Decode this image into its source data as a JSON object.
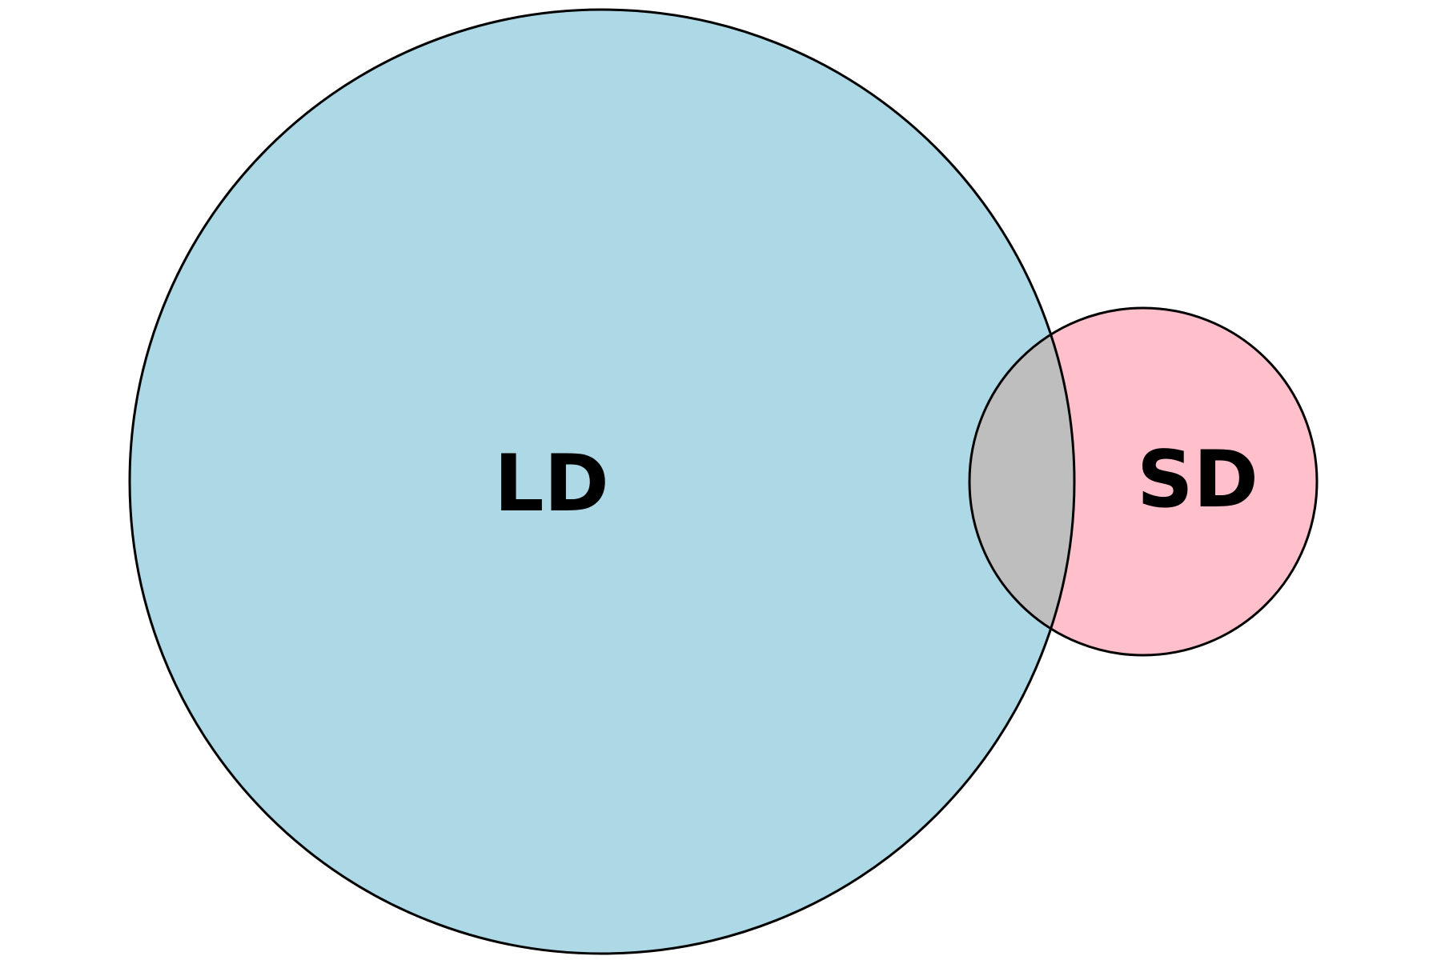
{
  "diagram": {
    "type": "venn",
    "sets": [
      {
        "id": "ld",
        "label": "LD",
        "color": "#ADD8E6"
      },
      {
        "id": "sd",
        "label": "SD",
        "color": "#FFC0CB"
      }
    ],
    "intersection": {
      "sets": [
        "LD",
        "SD"
      ],
      "color": "#BEBEBE"
    },
    "outline_color": "#000000",
    "background": "#FFFFFF"
  }
}
